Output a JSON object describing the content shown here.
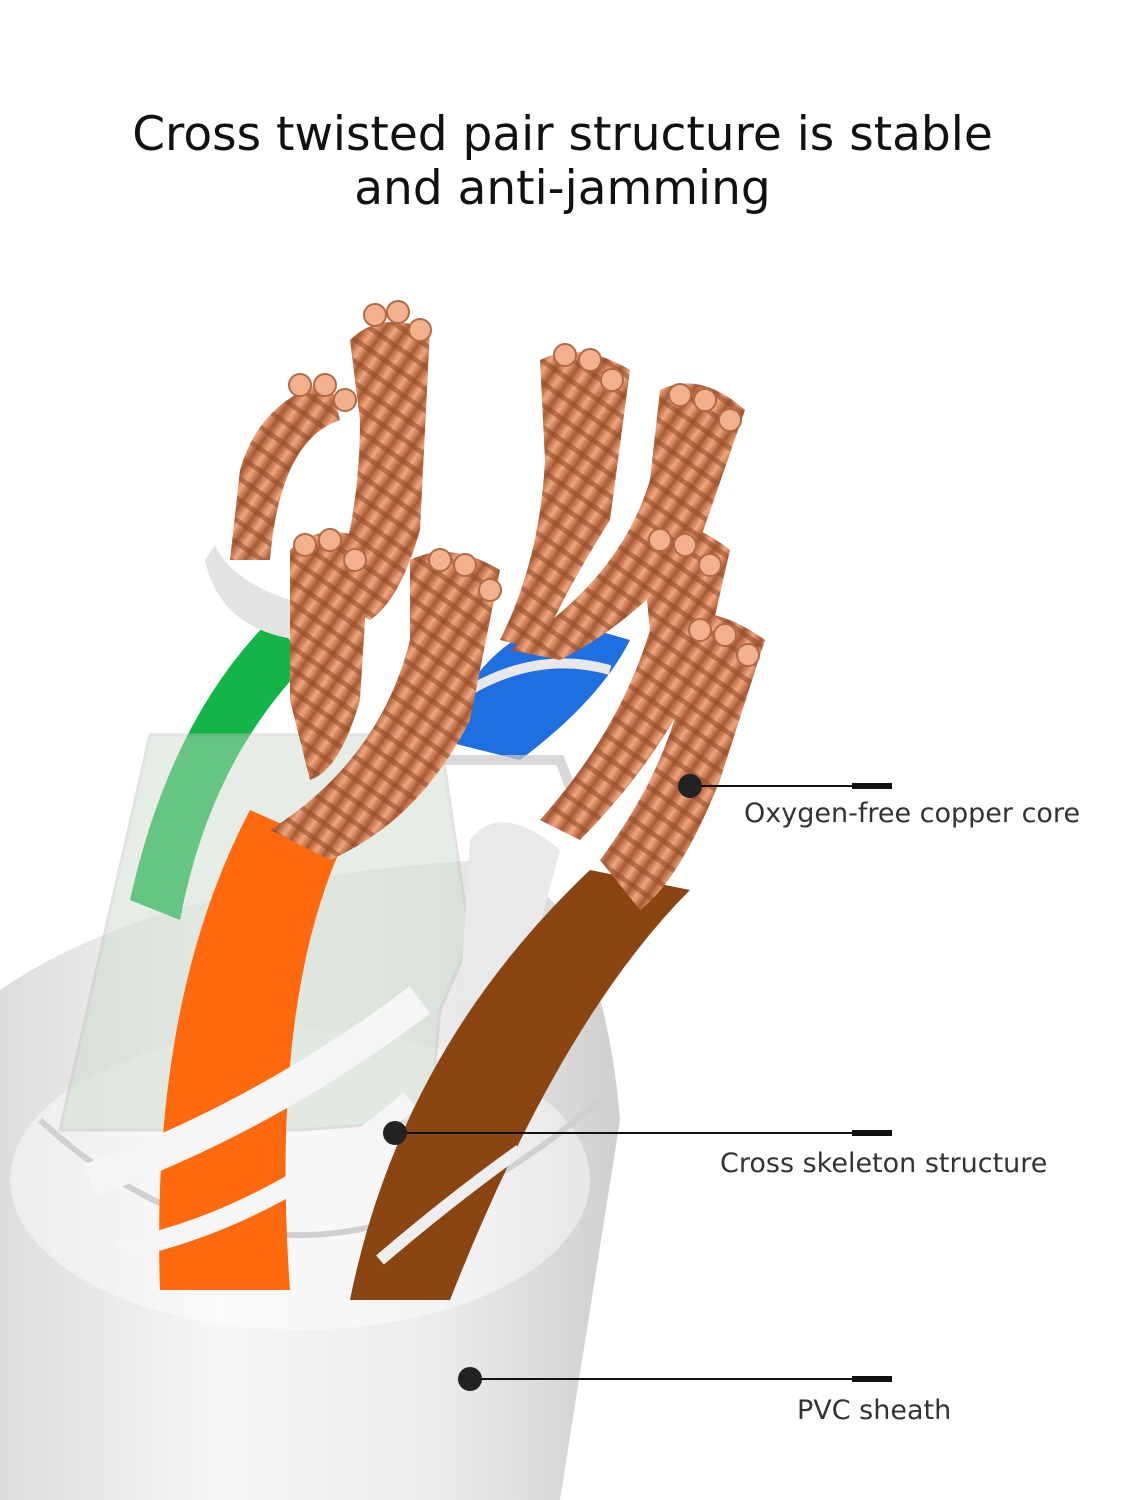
{
  "headline": {
    "line1": "Cross twisted pair structure is stable",
    "line2": "and anti-jamming"
  },
  "callouts": [
    {
      "label": "Oxygen-free copper core"
    },
    {
      "label": "Cross skeleton structure"
    },
    {
      "label": "PVC sheath"
    }
  ],
  "colors": {
    "background": "#ffffff",
    "copper": "#d9865a",
    "green": "#16b84a",
    "blue": "#1f6fe0",
    "orange": "#ff6a0f",
    "brown": "#8b4513",
    "sheath": "#eeeeee",
    "leader": "#111111"
  }
}
